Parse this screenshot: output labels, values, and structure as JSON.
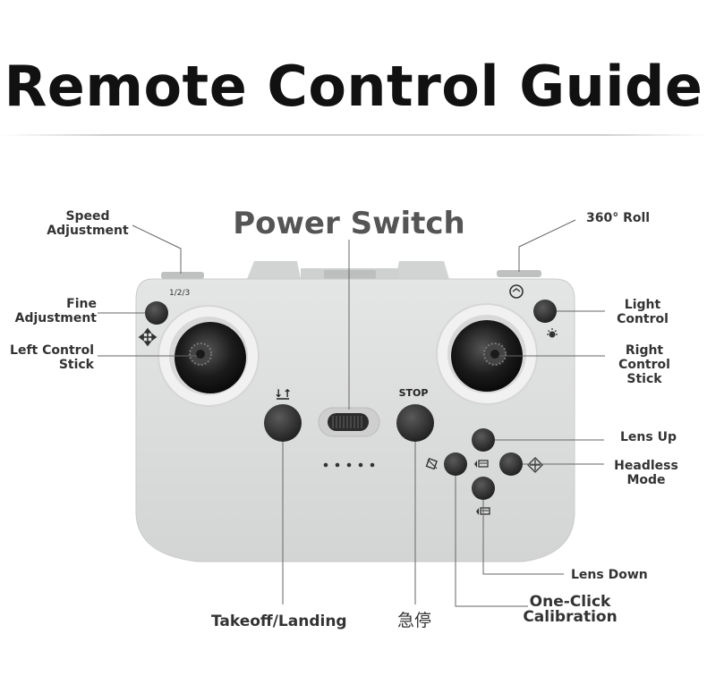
{
  "title": "Remote Control Guide",
  "power_switch": "Power Switch",
  "labels": {
    "speed_adjustment": "Speed\nAdjustment",
    "roll_360": "360° Roll",
    "fine_adjustment": "Fine\nAdjustment",
    "light_control": "Light\nControl",
    "left_stick": "Left Control\nStick",
    "right_stick": "Right\nControl Stick",
    "lens_up": "Lens Up",
    "headless_mode": "Headless\nMode",
    "lens_down": "Lens Down",
    "one_click_calibration": "One-Click\nCalibration",
    "takeoff_landing": "Takeoff/Landing",
    "emergency_stop": "急停"
  },
  "device_text": {
    "stop": "STOP",
    "speed_icon": "1/2/3",
    "takeoff_icon": "↓↑"
  },
  "icons": [
    "speed-123-icon",
    "roll-360-icon",
    "fine-adjust-icon",
    "light-icon",
    "calibration-icon",
    "camera-up-icon",
    "camera-down-icon",
    "headless-icon"
  ],
  "colors": {
    "body": "#dcdddd",
    "button": "#2a2a2a",
    "stick_ring": "#f2f2f2",
    "leader_line": "#666666"
  }
}
